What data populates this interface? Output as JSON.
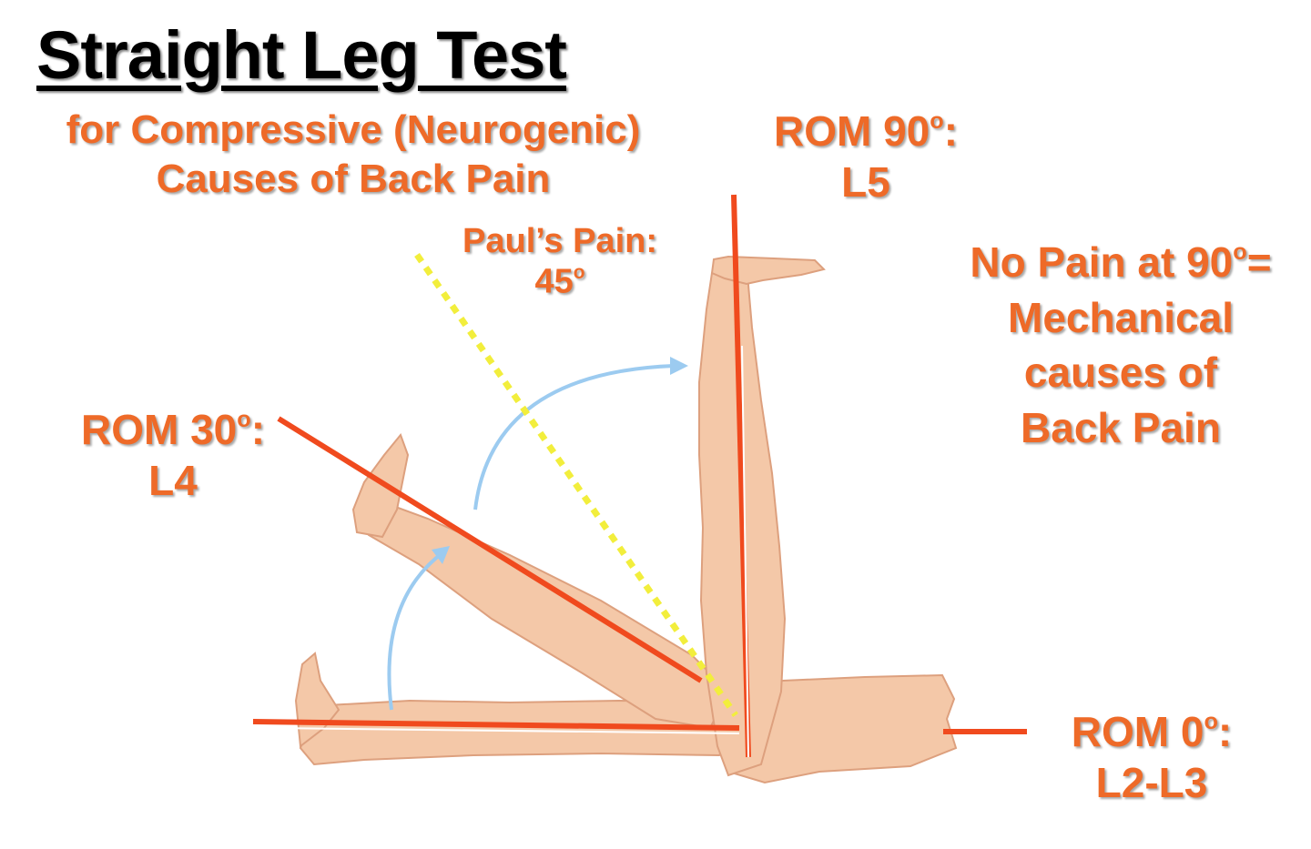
{
  "title": "Straight Leg Test",
  "subtitle": {
    "line1": "for Compressive (Neurogenic)",
    "line2": "Causes of Back Pain"
  },
  "labels": {
    "rom90": {
      "line1": "ROM 90",
      "deg": "o",
      "colon": ":",
      "line2": "L5"
    },
    "paul": {
      "line1": "Paul’s Pain:",
      "line2": "45",
      "deg": "o"
    },
    "no_pain": {
      "line1a": "No Pain at 90",
      "deg": "o",
      "line1b": "=",
      "line2": "Mechanical",
      "line3": "causes of",
      "line4": "Back Pain"
    },
    "rom30": {
      "line1": "ROM 30",
      "deg": "o",
      "colon": ":",
      "line2": "L4"
    },
    "rom0": {
      "line1": "ROM 0",
      "deg": "o",
      "colon": ":",
      "line2": "L2-L3"
    }
  },
  "colors": {
    "accent_orange": "#ee6a28",
    "rom_line_red": "#f04a1e",
    "paul_line_yellow": "#f2ee3c",
    "arrow_blue": "#9ccbf0",
    "skin": "#f4c8a8"
  }
}
